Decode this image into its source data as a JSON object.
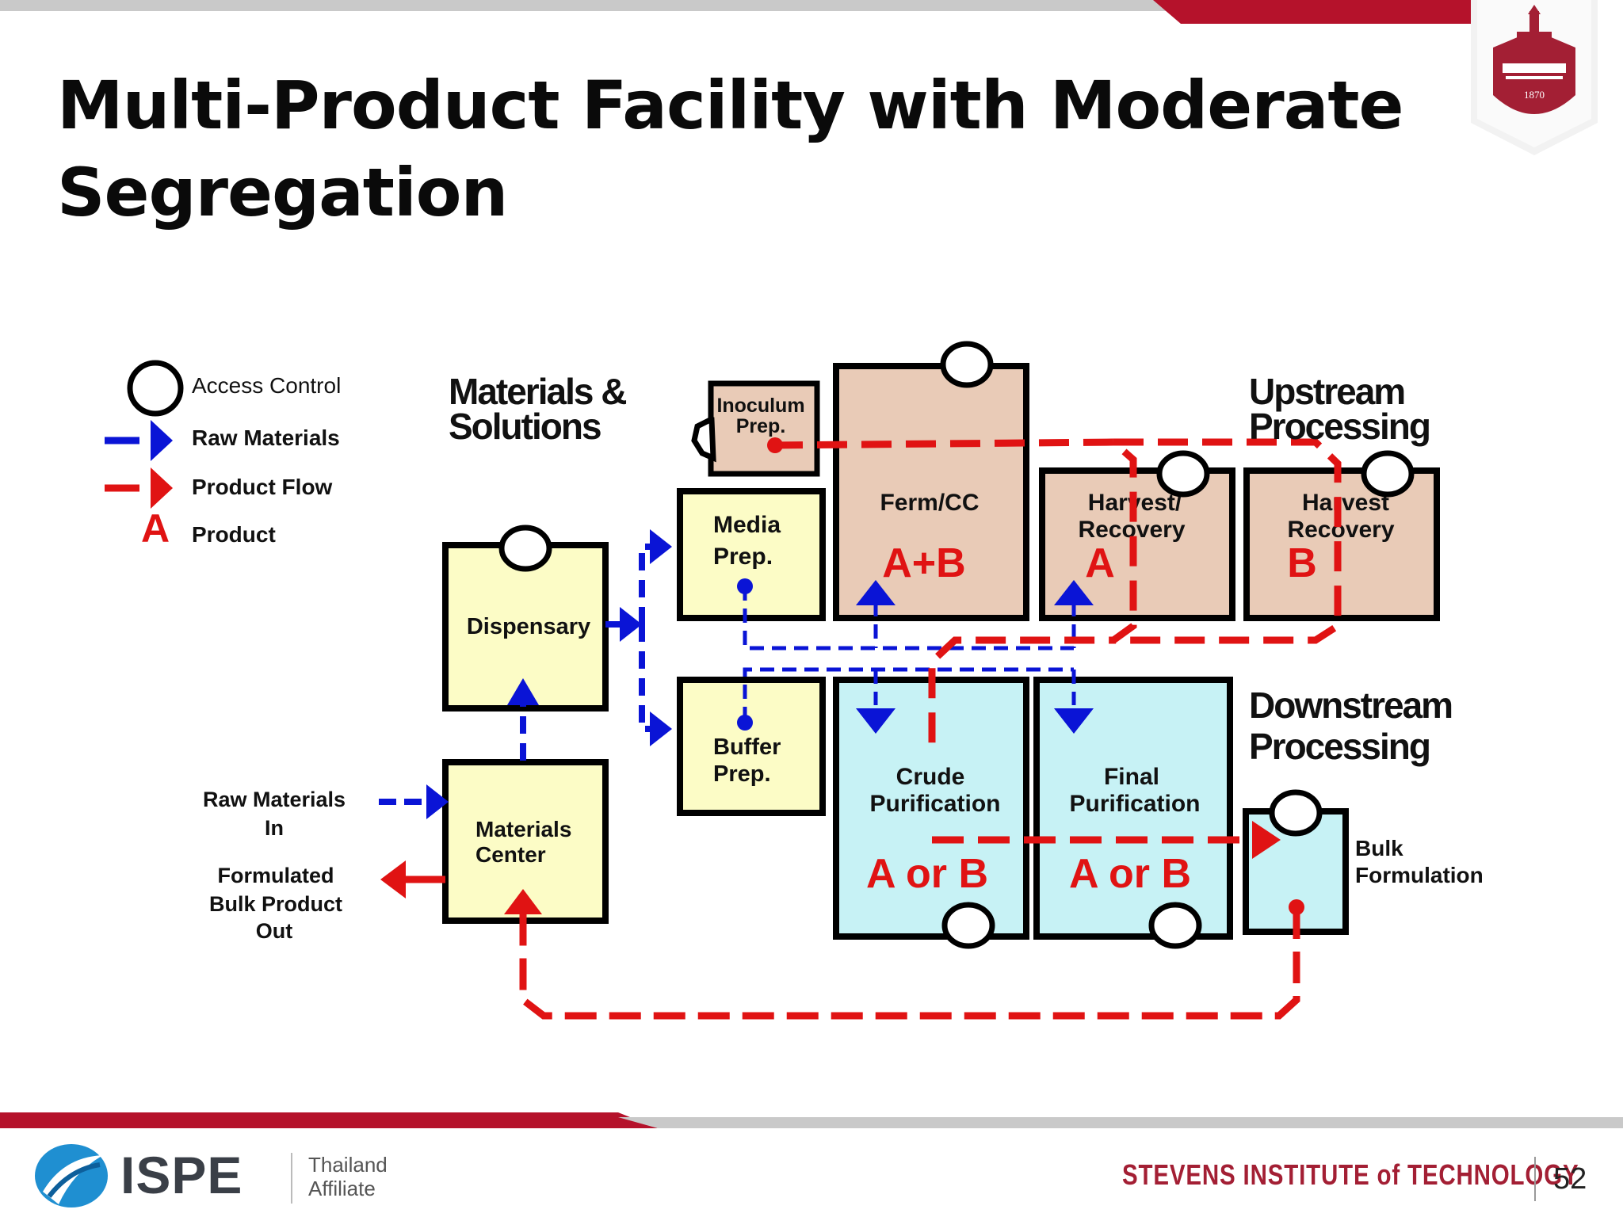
{
  "slide": {
    "title": "Multi-Product Facility with Moderate Segregation",
    "page_number": "52"
  },
  "legend": {
    "access_control": "Access Control",
    "raw_materials": "Raw Materials",
    "product_flow": "Product Flow",
    "product_symbol": "A",
    "product": "Product"
  },
  "sections": {
    "materials_l1": "Materials &",
    "materials_l2": "Solutions",
    "upstream_l1": "Upstream",
    "upstream_l2": "Processing",
    "downstream_l1": "Downstream",
    "downstream_l2": "Processing"
  },
  "rooms": {
    "inoculum_l1": "Inoculum",
    "inoculum_l2": "Prep.",
    "ferm": "Ferm/CC",
    "ferm_product": "A+B",
    "harvest_a_l1": "Harvest/",
    "harvest_a_l2": "Recovery",
    "harvest_a_product": "A",
    "harvest_b_l1": "Harvest",
    "harvest_b_l2": "Recovery",
    "harvest_b_product": "B",
    "media_l1": "Media",
    "media_l2": "Prep.",
    "dispensary": "Dispensary",
    "buffer_l1": "Buffer",
    "buffer_l2": "Prep.",
    "crude_l1": "Crude",
    "crude_l2": "Purification",
    "crude_product": "A or B",
    "final_l1": "Final",
    "final_l2": "Purification",
    "final_product": "A or B",
    "materials_center_l1": "Materials",
    "materials_center_l2": "Center",
    "bulk_l1": "Bulk",
    "bulk_l2": "Formulation"
  },
  "external": {
    "raw_in_l1": "Raw Materials",
    "raw_in_l2": "In",
    "bulk_out_l1": "Formulated",
    "bulk_out_l2": "Bulk Product",
    "bulk_out_l3": "Out"
  },
  "footer": {
    "brand": "ISPE",
    "affiliate_l1": "Thailand",
    "affiliate_l2": "Affiliate",
    "institute": "STEVENS INSTITUTE of TECHNOLOGY",
    "seal_year": "1870"
  },
  "colors": {
    "crimson": "#a31f34",
    "raw_blue": "#0a14d6",
    "flow_red": "#e01313",
    "tan": "#e9cbb7",
    "cream": "#fcfcc6",
    "cyan": "#c7f2f5"
  }
}
